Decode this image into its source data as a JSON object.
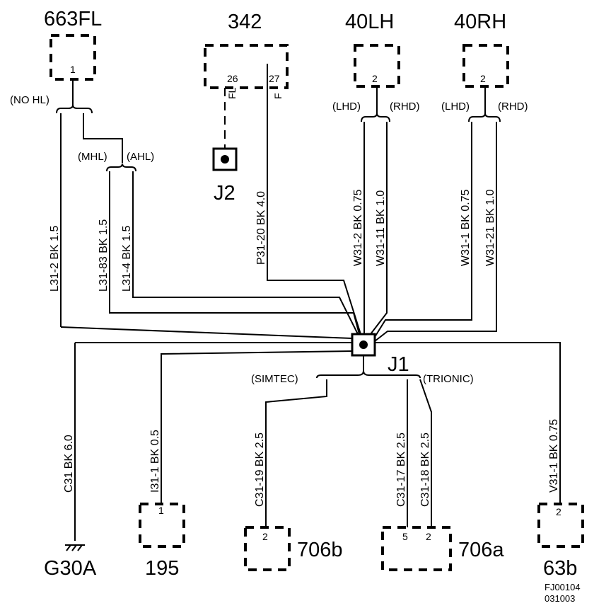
{
  "components": {
    "c663fl": {
      "name": "663FL",
      "pin": "1"
    },
    "c342": {
      "name": "342",
      "pin_a": "26",
      "pin_b": "27",
      "tag_a": "FL",
      "tag_b": "F"
    },
    "c40lh": {
      "name": "40LH",
      "pin": "2"
    },
    "c40rh": {
      "name": "40RH",
      "pin": "2"
    },
    "c195": {
      "name": "195",
      "pin": "1"
    },
    "c706b": {
      "name": "706b",
      "pin": "2"
    },
    "c706a": {
      "name": "706a",
      "pin_a": "5",
      "pin_b": "2"
    },
    "c63b": {
      "name": "63b",
      "pin": "2"
    }
  },
  "junctions": {
    "j1": "J1",
    "j2": "J2"
  },
  "ground": {
    "label": "G30A"
  },
  "branch_labels": {
    "no_hl": "(NO HL)",
    "mhl": "(MHL)",
    "ahl": "(AHL)",
    "lhd_left": "(LHD)",
    "rhd_left": "(RHD)",
    "lhd_right": "(LHD)",
    "rhd_right": "(RHD)",
    "simtec": "(SIMTEC)",
    "trionic": "(TRIONIC)"
  },
  "wires": {
    "l31_2": "L31-2  BK  1.5",
    "l31_83": "L31-83  BK  1.5",
    "l31_4": "L31-4  BK  1.5",
    "p31_20": "P31-20  BK  4.0",
    "w31_2": "W31-2  BK  0.75",
    "w31_11": "W31-11  BK  1.0",
    "w31_1": "W31-1  BK  0.75",
    "w31_21": "W31-21  BK  1.0",
    "c31": "C31  BK  6.0",
    "i31_1": "I31-1  BK  0.5",
    "c31_19": "C31-19  BK  2.5",
    "c31_17": "C31-17  BK  2.5",
    "c31_18": "C31-18  BK  2.5",
    "v31_1": "V31-1  BK  0.75"
  },
  "figure_code": {
    "line1": "FJ00104",
    "line2": "031003"
  }
}
